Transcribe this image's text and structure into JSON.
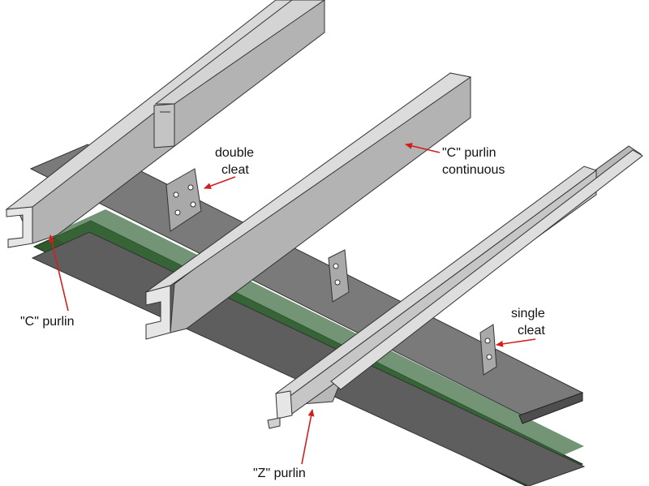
{
  "labels": {
    "double_cleat": [
      "double",
      "cleat"
    ],
    "c_purlin_continuous": [
      "\"C\" purlin",
      "continuous"
    ],
    "c_purlin": "\"C\" purlin",
    "single_cleat": [
      "single",
      "cleat"
    ],
    "z_purlin": "\"Z\" purlin"
  },
  "colors": {
    "beam_web": "#2f5a2c",
    "beam_flange": "#6f6f6f",
    "purlin_top": "#d9d9d9",
    "purlin_side": "#b3b3b3",
    "cleat": "#a9a9a9",
    "arrow": "#d11f1f"
  }
}
